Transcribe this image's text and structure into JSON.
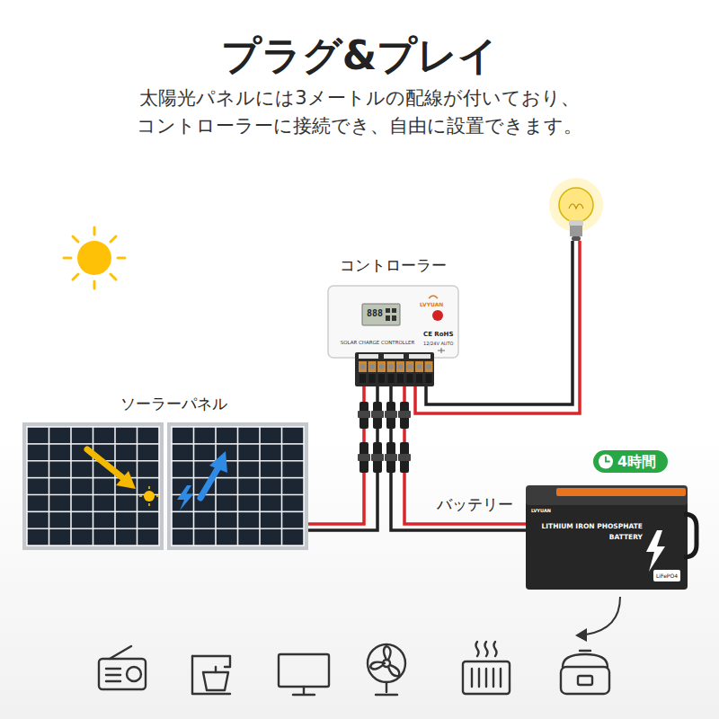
{
  "diagram": {
    "title": "プラグ&プレイ",
    "caption": "太陽光パネルには3メートルの配線が付いており、 コントローラーに接続でき、自由に設置できます。",
    "nodes": [
      {
        "text": [
          "コントローラー",
          "888",
          "LVYUAN",
          "SOLAR CHARGE CONTROLLER",
          "CE RoHS",
          "12/24V AUTO"
        ]
      },
      {
        "text": [
          "ソーラーパネル"
        ]
      },
      {
        "text": [
          "4時間"
        ]
      },
      {
        "text": [
          "バッテリー",
          "LVYUAN",
          "LITHIUM IRON PHOSPHATE BATTERY",
          "LiFePO4"
        ]
      }
    ],
    "edges": [
      {
        "from": 1,
        "to": 0,
        "arrow": "none"
      },
      {
        "from": 3,
        "to": 0,
        "arrow": "none"
      }
    ]
  }
}
